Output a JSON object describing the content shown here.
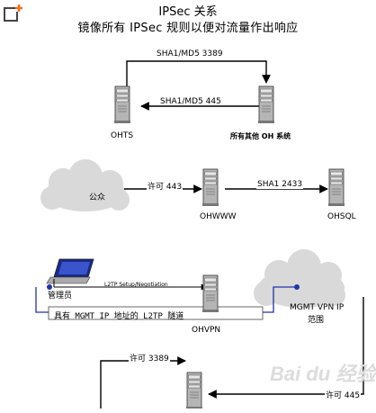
{
  "title": "IPSec 关系",
  "subtitle": "镜像所有 IPSec 规则以便对流量作出响应",
  "labels": {
    "sha_top": "SHA1/MD5 3389",
    "sha_bottom": "SHA1/MD5 445",
    "ohts": "OHTS",
    "all_other": "所有其他 OH 系统",
    "public": "公众",
    "permit_443": "许可 443",
    "ohwww": "OHWWW",
    "sha_2433": "SHA1 2433",
    "ohsql": "OHSQL",
    "admin": "管理员",
    "l2tp_setup": "L2TP Setup/Negotiation",
    "tunnel": "具有 MGMT IP 地址的 L2TP 隧道",
    "ohvpn": "OHVPN",
    "mgmt_range_line1": "MGMT VPN IP",
    "mgmt_range_line2": "范围",
    "permit_3389": "许可 3389",
    "permit_445": "许可 445"
  },
  "watermark": "Bai du 经验",
  "colors": {
    "line": "#000000",
    "tunnel": "#2233aa",
    "cloud": "#d9d9d9",
    "server": "#b8b8b8",
    "logo": "#f07020"
  },
  "icons": {
    "logo": "plus-square-icon",
    "server": "server-tower-icon",
    "cloud": "cloud-icon",
    "laptop": "laptop-icon"
  }
}
